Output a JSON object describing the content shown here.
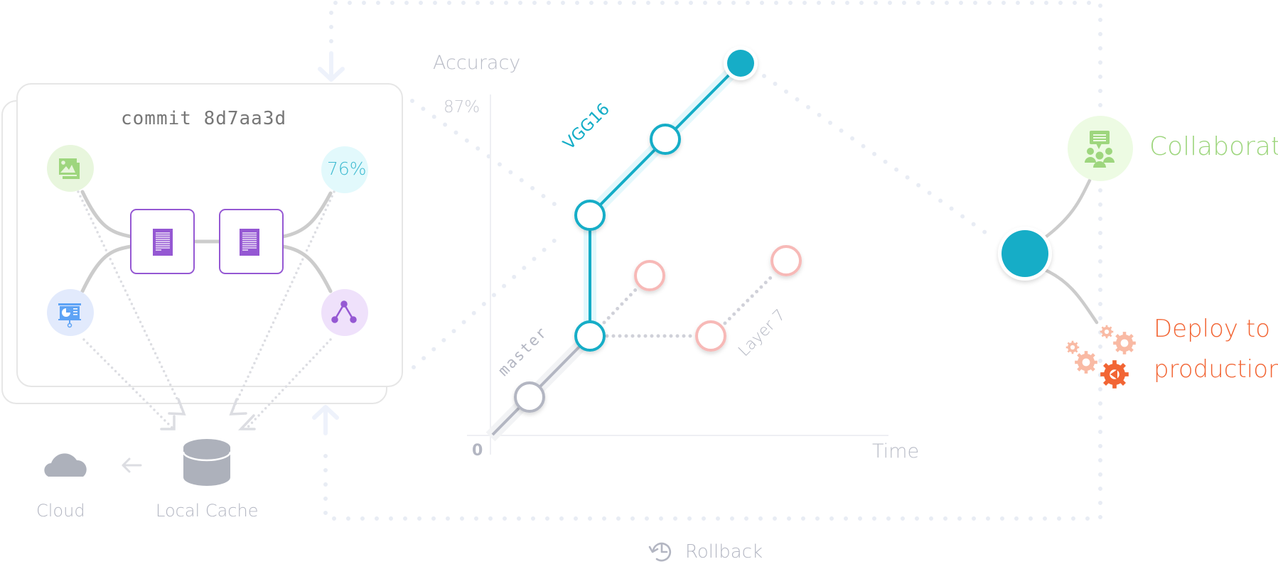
{
  "commit_card": {
    "title": "commit 8d7aa3d",
    "inputs": [
      {
        "icon": "images-icon",
        "color": "#9ed67e",
        "bg": "#e8f6dd"
      },
      {
        "icon": "presentation-icon",
        "color": "#5ea3f5",
        "bg": "#e2eafc"
      }
    ],
    "outputs": [
      {
        "label": "76%",
        "color": "#3dbad0",
        "bg": "#e2f9fc"
      },
      {
        "icon": "graph-icon",
        "color": "#9558d3",
        "bg": "#efe1fb"
      }
    ],
    "steps": [
      {
        "icon": "document-icon"
      },
      {
        "icon": "document-icon"
      }
    ],
    "step_color": "#9558d3"
  },
  "storage": {
    "cloud_label": "Cloud",
    "cache_label": "Local Cache"
  },
  "chart": {
    "y_label": "Accuracy",
    "y_top_tick": "87%",
    "origin_tick": "0",
    "x_label": "Time",
    "branches": [
      {
        "name": "master",
        "color": "#b3b6c2"
      },
      {
        "name": "VGG16",
        "color": "#14adc7"
      },
      {
        "name": "Layer 7",
        "color": "#b3b6c2"
      }
    ],
    "failed_color": "#f7b9b7"
  },
  "actions": {
    "collaborate_label": "Collaborate",
    "collaborate_color": "#9ed67e",
    "deploy_label_line1": "Deploy to",
    "deploy_label_line2": "production",
    "deploy_color": "#f26534",
    "rollback_label": "Rollback"
  },
  "colors": {
    "teal": "#14adc7",
    "connector": "#cccccc",
    "dots": "#e8ecf4",
    "muted_text": "#b3b6c2",
    "cache_gray": "#adb1bb"
  }
}
